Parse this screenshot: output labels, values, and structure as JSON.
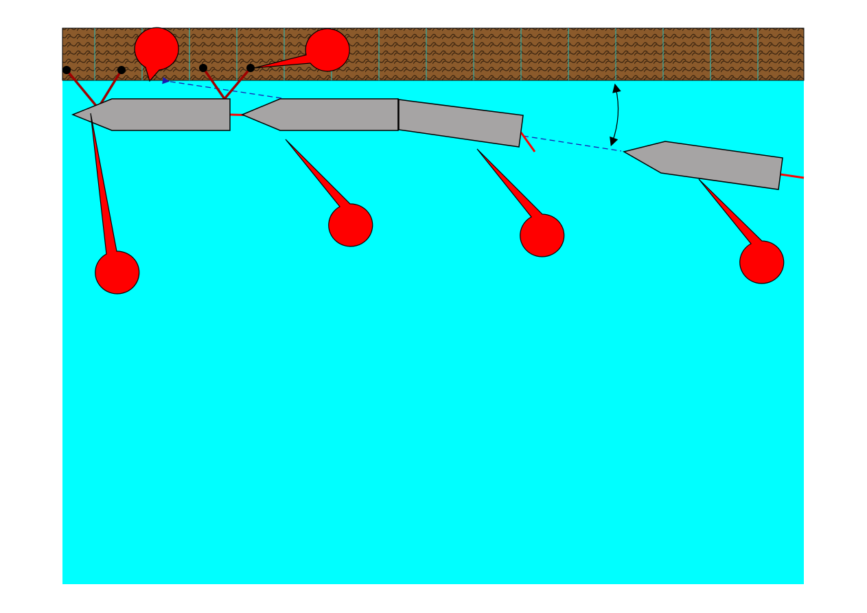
{
  "diagram": {
    "description_labels": [],
    "colors": {
      "water": "#00FFFF",
      "quay": "#8B5A2B",
      "quay_pattern": "#3A2410",
      "ship": "#A6A4A4",
      "mooring_line": "#A00000",
      "callout": "#FF0000",
      "bollard": "#000000",
      "dashed_line": "#1A1AB0"
    },
    "ships": [
      "ship-1",
      "ship-2",
      "ship-3",
      "ship-4"
    ],
    "callouts": [
      "callout-1",
      "callout-2",
      "callout-3",
      "callout-4",
      "callout-5",
      "callout-6"
    ]
  }
}
